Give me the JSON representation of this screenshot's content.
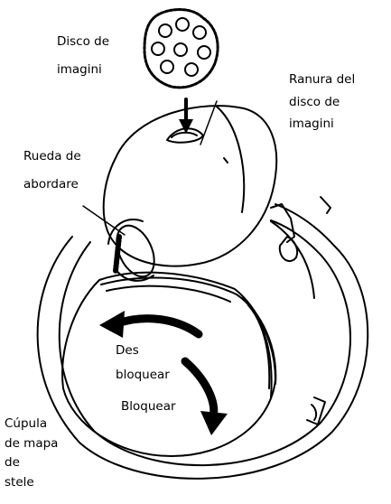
{
  "labels": {
    "disk": [
      "Disco de",
      "imagini"
    ],
    "slot": [
      "Ranura del",
      "disco de",
      "imagini"
    ],
    "wheel": [
      "Rueda de",
      "abordare"
    ],
    "unlock": [
      "Des",
      "bloquear"
    ],
    "lock": "Bloquear",
    "dome": [
      "Cúpula",
      "de mapa",
      "de",
      "stele"
    ]
  },
  "colors": {
    "line": "#000000",
    "background": "#ffffff"
  }
}
